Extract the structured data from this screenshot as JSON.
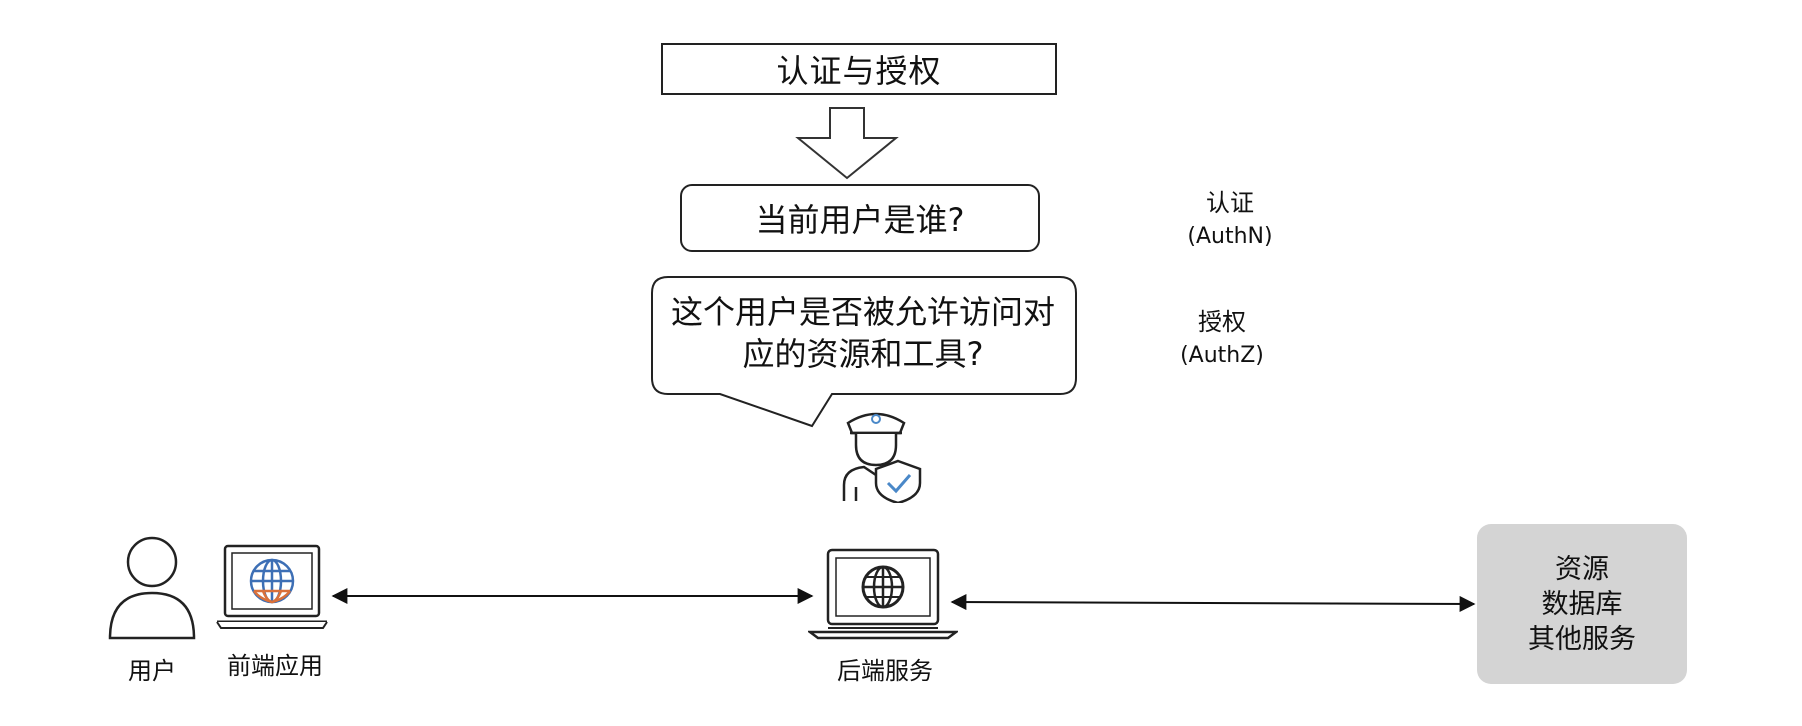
{
  "title": "认证与授权",
  "question_authn": "当前用户是谁?",
  "question_authz_line1": "这个用户是否被允许访问对",
  "question_authz_line2": "应的资源和工具?",
  "authn": {
    "label": "认证",
    "sub": "(AuthN)"
  },
  "authz": {
    "label": "授权",
    "sub": "(AuthZ)"
  },
  "nodes": {
    "user": "用户",
    "frontend": "前端应用",
    "backend": "后端服务"
  },
  "resources": [
    "资源",
    "数据库",
    "其他服务"
  ],
  "icons": {
    "user": "person-icon",
    "frontend": "laptop-globe-icon",
    "backend": "laptop-globe-icon",
    "guard": "guard-shield-icon"
  },
  "colors": {
    "globe_blue": "#3d6fb5",
    "globe_orange": "#d9703a",
    "shield_blue": "#4a88c8",
    "resource_box": "#d4d4d4"
  }
}
